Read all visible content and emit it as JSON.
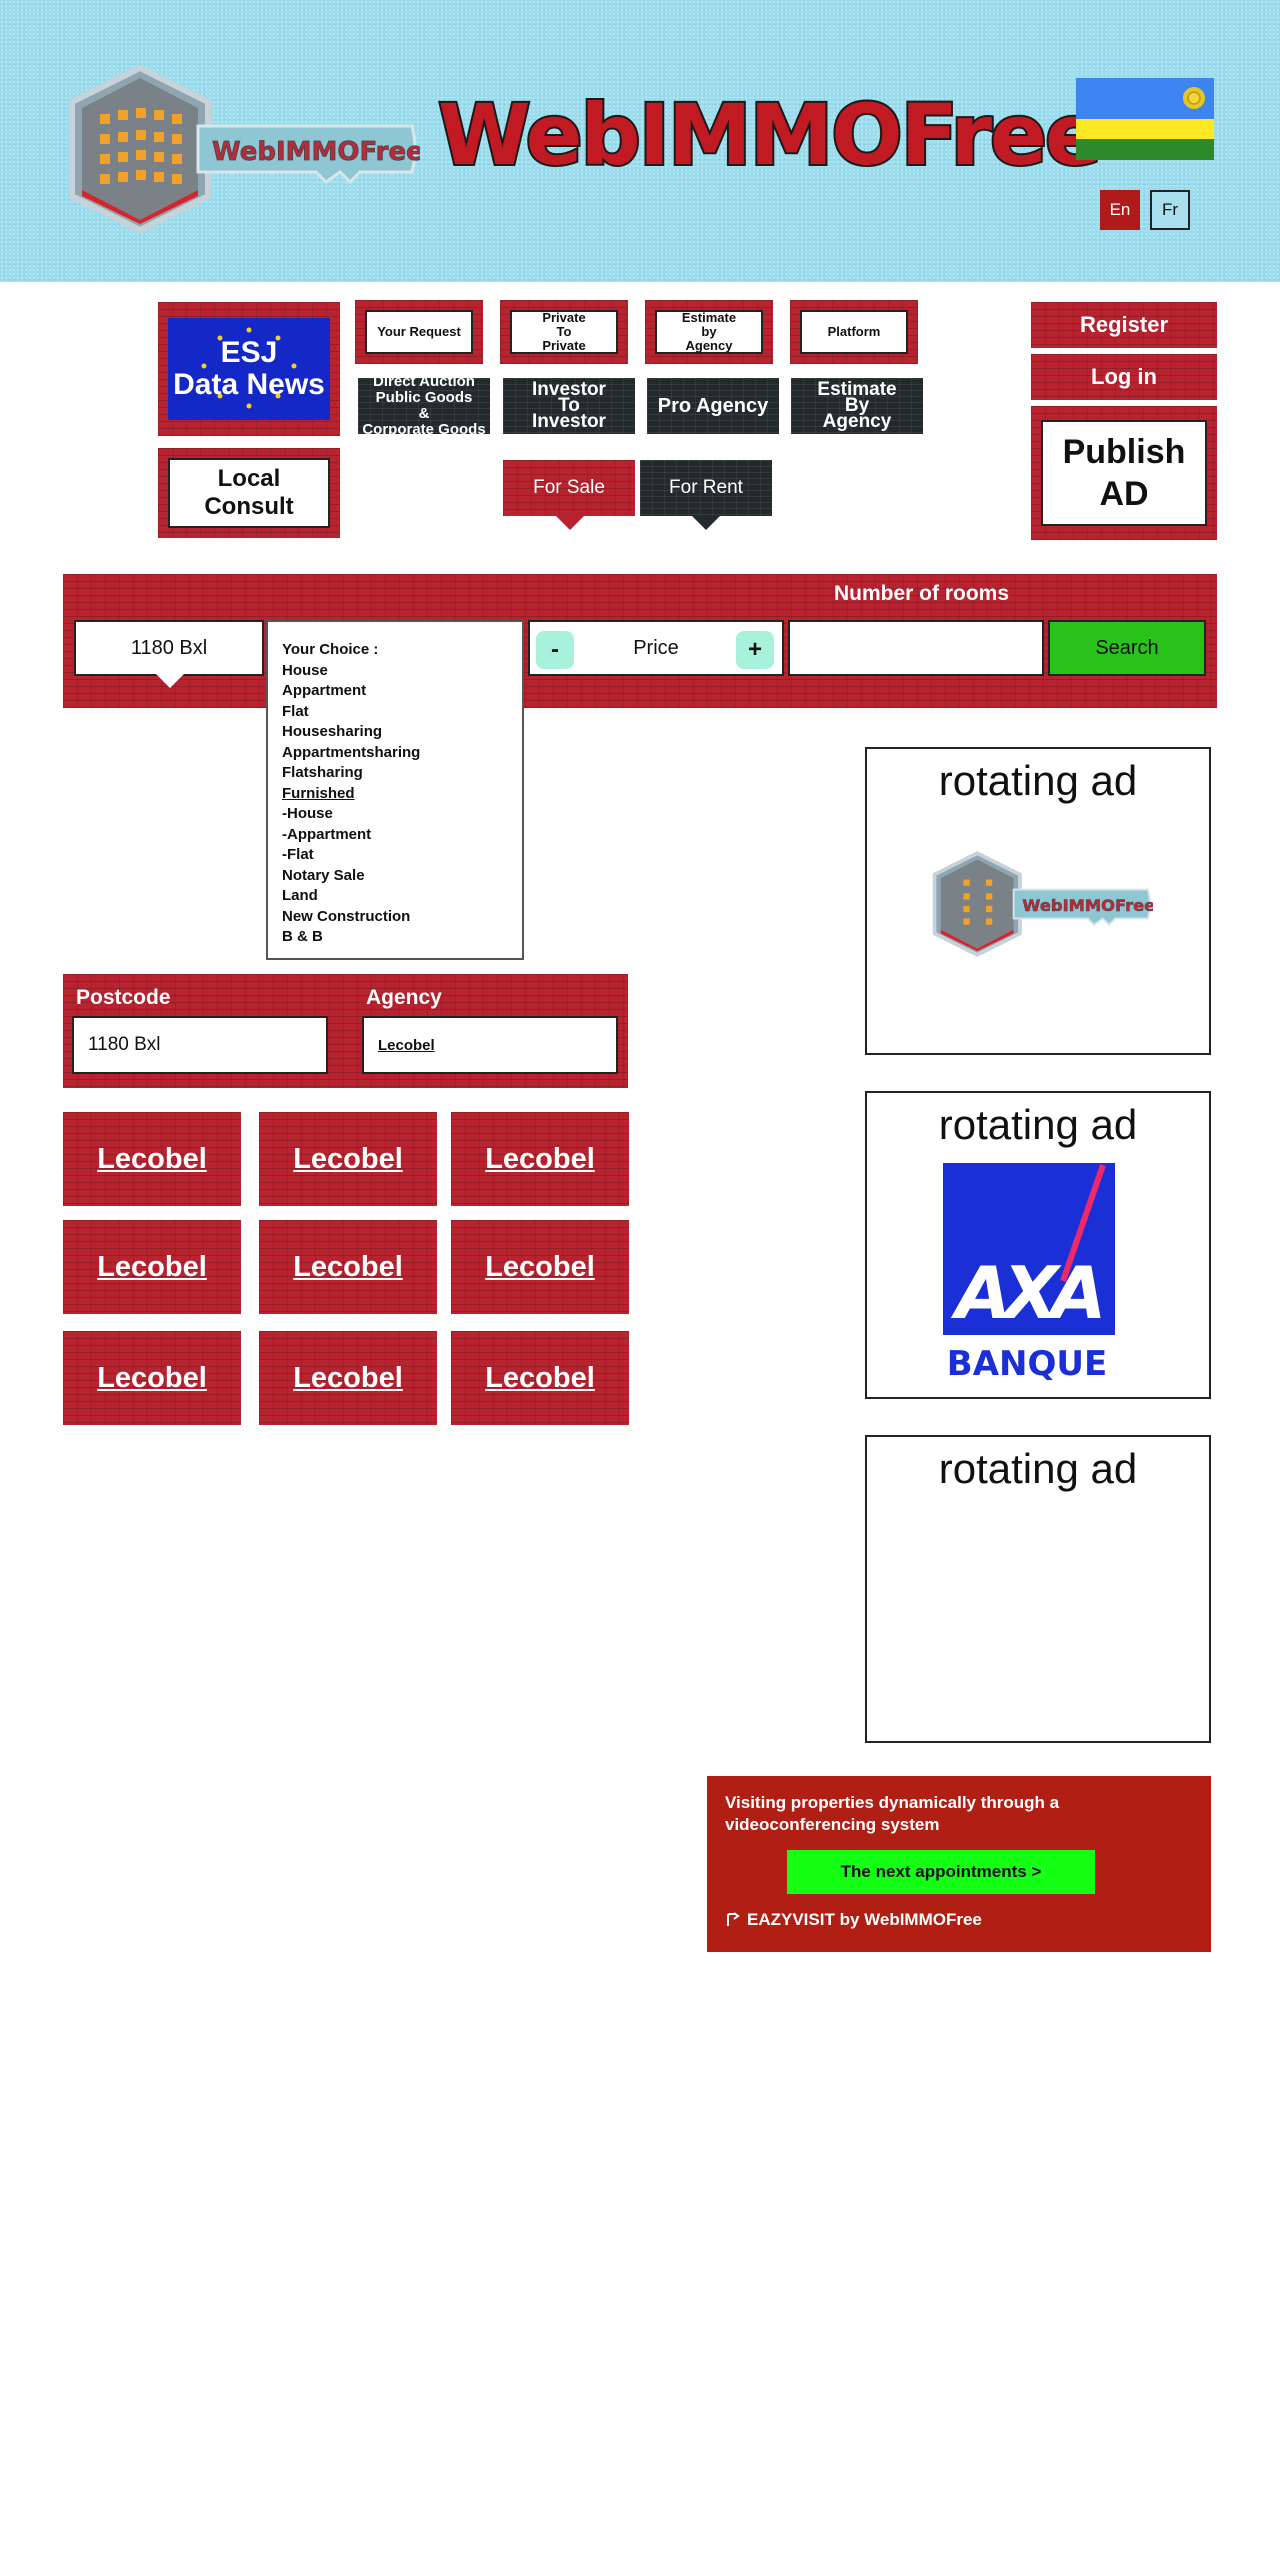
{
  "header": {
    "site_title": "WebIMMOFree",
    "logo_text": "WebIMMOFree",
    "lang_en": "En",
    "lang_fr": "Fr"
  },
  "nav": {
    "news_line1": "ESJ",
    "news_line2": "Data News",
    "local_consult_1": "Local",
    "local_consult_2": "Consult",
    "your_request": "Your Request",
    "private_to_private": [
      "Private",
      "To",
      "Private"
    ],
    "estimate_by_agency": [
      "Estimate",
      "by",
      "Agency"
    ],
    "platform": "Platform",
    "direct_auction": [
      "Direct Auction",
      "Public Goods",
      "&",
      "Corporate Goods"
    ],
    "investor_to_investor": [
      "Investor",
      "To",
      "Investor"
    ],
    "pro_agency": "Pro Agency",
    "estimate_by_agency_dark": [
      "Estimate",
      "By",
      "Agency"
    ],
    "for_sale": "For Sale",
    "for_rent": "For Rent",
    "register": "Register",
    "login": "Log in",
    "publish_1": "Publish",
    "publish_2": "AD"
  },
  "search": {
    "rooms_label": "Number of rooms",
    "location_value": "1180 Bxl",
    "choice_title": "Your Choice :",
    "choices": [
      "House",
      "Appartment",
      "Flat",
      "Housesharing",
      "Appartmentsharing",
      "Flatsharing"
    ],
    "furnished": "Furnished",
    "furnished_items": [
      "-House",
      "-Appartment",
      "-Flat"
    ],
    "other_choices": [
      "Notary Sale",
      "Land",
      "New Construction",
      "B & B"
    ],
    "price_label": "Price",
    "minus": "-",
    "plus": "+",
    "search_button": "Search"
  },
  "filters": {
    "postcode_label": "Postcode",
    "postcode_value": "1180 Bxl",
    "agency_label": "Agency",
    "agency_value": "Lecobel"
  },
  "agencies": [
    "Lecobel",
    "Lecobel",
    "Lecobel",
    "Lecobel",
    "Lecobel",
    "Lecobel",
    "Lecobel",
    "Lecobel",
    "Lecobel"
  ],
  "ads": {
    "title": "rotating ad",
    "axa_brand": "AXA",
    "axa_sub": "BANQUE"
  },
  "eazyvisit": {
    "text": "Visiting properties dynamically through a videoconferencing system",
    "button": "The next appointments >",
    "footer": "EAZYVISIT by WebIMMOFree"
  },
  "colors": {
    "header_bg": "#9cdcec",
    "brick_red": "#b72430",
    "dark": "#222a2b",
    "search_green": "#28c21a",
    "eazy_bg": "#b01e14",
    "eazy_btn": "#14ff14"
  }
}
